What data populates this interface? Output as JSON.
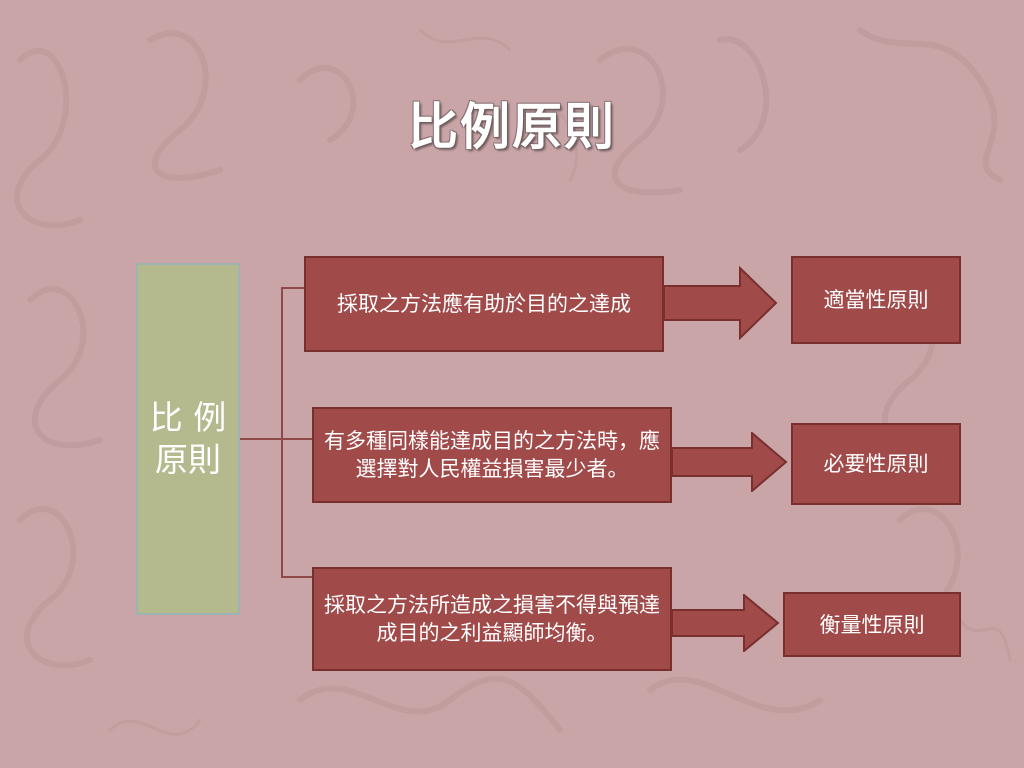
{
  "slide": {
    "title": "比例原則",
    "root_label": "比 例 原則",
    "rows": [
      {
        "description": "採取之方法應有助於目的之達成",
        "principle": "適當性原則"
      },
      {
        "description": "有多種同樣能達成目的之方法時，應選擇對人民權益損害最少者。",
        "principle": "必要性原則"
      },
      {
        "description": "採取之方法所造成之損害不得與預達成目的之利益顯師均衡。",
        "principle": "衡量性原則"
      }
    ]
  },
  "colors": {
    "background": "#c9a5a7",
    "box_fill": "#a04a4a",
    "box_border": "#7a2f2f",
    "root_fill": "#b4ba8e",
    "root_border": "#9fb3b3",
    "connector": "#8e4a4a",
    "text": "#ffffff"
  }
}
